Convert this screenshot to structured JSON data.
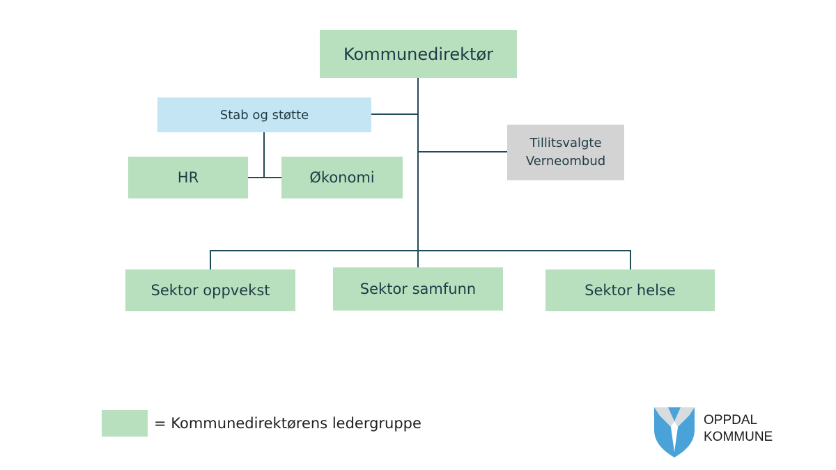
{
  "org": {
    "top": "Kommunedirektør",
    "stab": "Stab og støtte",
    "hr": "HR",
    "okonomi": "Økonomi",
    "tillitsvalgte": "Tillitsvalgte",
    "verneombud": "Verneombud",
    "sektorer": [
      "Sektor oppvekst",
      "Sektor samfunn",
      "Sektor helse"
    ]
  },
  "legend": {
    "text": "= Kommunedirektørens ledergruppe",
    "color": "#b9e0be"
  },
  "logo": {
    "line1": "OPPDAL",
    "line2": "KOMMUNE",
    "icon": "coat-of-arms-icon"
  },
  "colors": {
    "leader_group": "#b9e0be",
    "staff": "#c3e5f4",
    "union": "#d3d3d3",
    "connector": "#1f4a59"
  }
}
